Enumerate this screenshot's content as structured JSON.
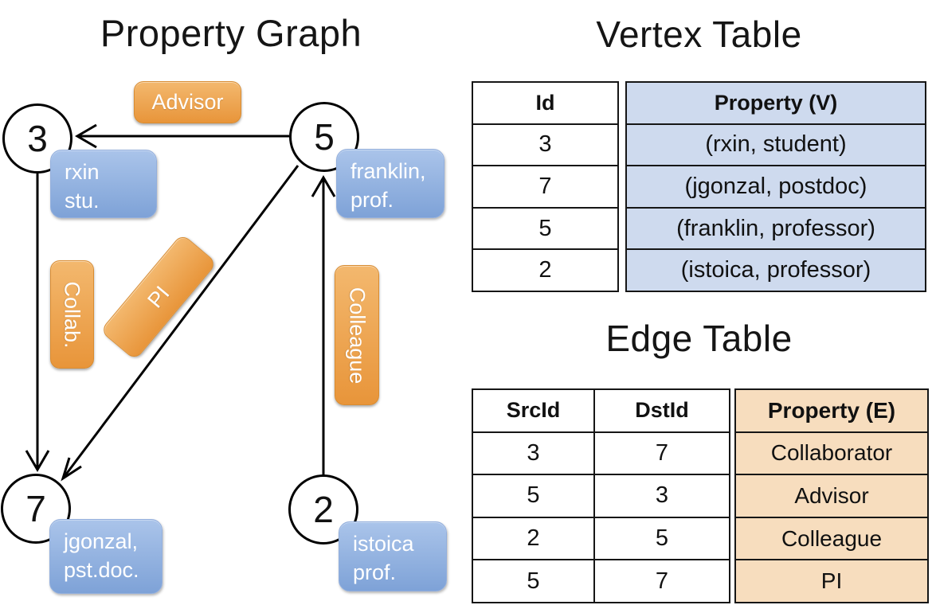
{
  "graph": {
    "title": "Property Graph",
    "vertices": [
      {
        "id": "3",
        "prop_line1": "rxin",
        "prop_line2": "stu."
      },
      {
        "id": "5",
        "prop_line1": "franklin,",
        "prop_line2": "prof."
      },
      {
        "id": "7",
        "prop_line1": "jgonzal,",
        "prop_line2": "pst.doc."
      },
      {
        "id": "2",
        "prop_line1": "istoica",
        "prop_line2": "prof."
      }
    ],
    "edge_labels": {
      "advisor": "Advisor",
      "collab": "Collab.",
      "pi": "PI",
      "colleague": "Colleague"
    },
    "edges": [
      {
        "src": "5",
        "dst": "3",
        "label": "Advisor"
      },
      {
        "src": "3",
        "dst": "7",
        "label": "Collab."
      },
      {
        "src": "5",
        "dst": "7",
        "label": "PI"
      },
      {
        "src": "2",
        "dst": "5",
        "label": "Colleague"
      }
    ]
  },
  "vertex_table": {
    "title": "Vertex Table",
    "headers": {
      "id": "Id",
      "property": "Property (V)"
    },
    "rows": [
      {
        "id": "3",
        "property": "(rxin, student)"
      },
      {
        "id": "7",
        "property": "(jgonzal, postdoc)"
      },
      {
        "id": "5",
        "property": "(franklin, professor)"
      },
      {
        "id": "2",
        "property": "(istoica, professor)"
      }
    ]
  },
  "edge_table": {
    "title": "Edge Table",
    "headers": {
      "src": "SrcId",
      "dst": "DstId",
      "property": "Property (E)"
    },
    "rows": [
      {
        "src": "3",
        "dst": "7",
        "property": "Collaborator"
      },
      {
        "src": "5",
        "dst": "3",
        "property": "Advisor"
      },
      {
        "src": "2",
        "dst": "5",
        "property": "Colleague"
      },
      {
        "src": "5",
        "dst": "7",
        "property": "PI"
      }
    ]
  },
  "colors": {
    "edge_label_orange_top": "#f3b86e",
    "edge_label_orange_bottom": "#e8953a",
    "vertex_label_blue_top": "#aac4ea",
    "vertex_label_blue_bottom": "#7ea2d7",
    "vertex_property_fill": "#cedaee",
    "edge_property_fill": "#f7ddbe",
    "line_color": "#000000"
  }
}
